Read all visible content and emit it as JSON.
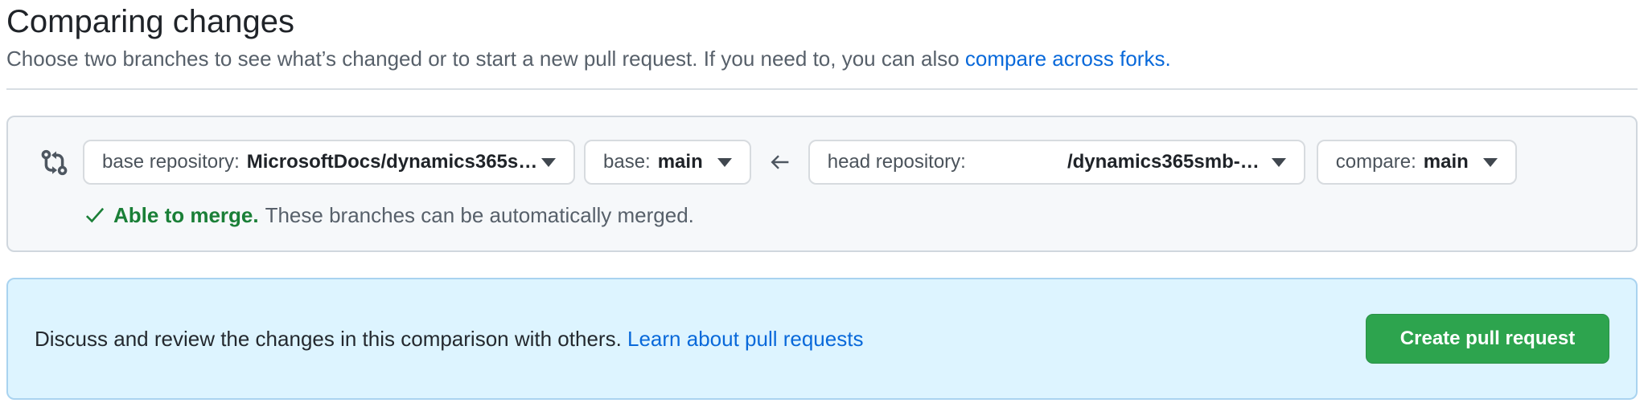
{
  "page": {
    "title": "Comparing changes",
    "subtitle_text": "Choose two branches to see what’s changed or to start a new pull request. If you need to, you can also ",
    "subtitle_link": "compare across forks."
  },
  "compare_bar": {
    "base_repository": {
      "label": "base repository:",
      "value": "MicrosoftDocs/dynamics365s…"
    },
    "base_branch": {
      "label": "base:",
      "value": "main"
    },
    "head_repository": {
      "label": "head repository:",
      "value": "/dynamics365smb-…"
    },
    "compare_branch": {
      "label": "compare:",
      "value": "main"
    },
    "merge_status": {
      "headline": "Able to merge.",
      "description": "These branches can be automatically merged."
    }
  },
  "banner": {
    "message": "Discuss and review the changes in this comparison with others. ",
    "link_label": "Learn about pull requests",
    "create_button_label": "Create pull request"
  },
  "icons": {
    "compare": "git-compare-icon",
    "direction": "arrow-left-icon",
    "merge_ok": "check-icon",
    "dropdown": "triangle-down-icon"
  },
  "colors": {
    "link_blue": "#0969da",
    "success_green": "#1a7f37",
    "primary_button_green": "#2da44e",
    "banner_background": "#ddf4ff",
    "box_background": "#f6f8fa"
  }
}
